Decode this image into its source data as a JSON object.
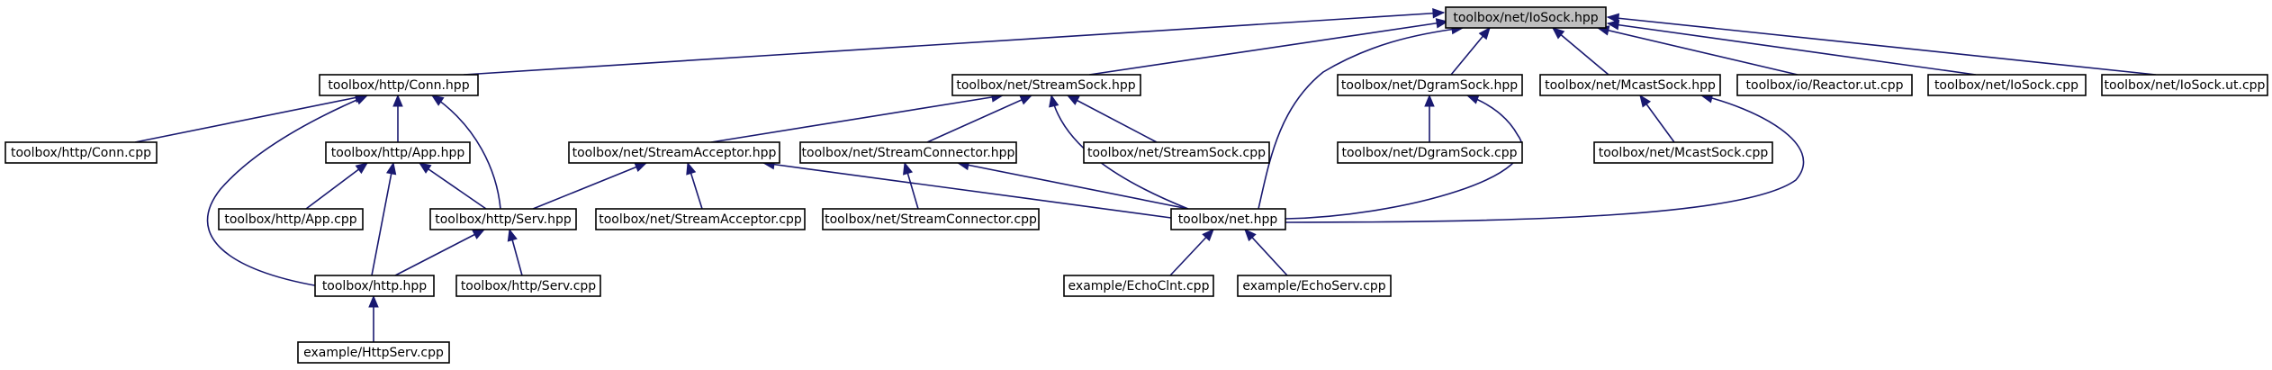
{
  "graph": {
    "nodes": {
      "iosock_hpp": "toolbox/net/IoSock.hpp",
      "conn_hpp": "toolbox/http/Conn.hpp",
      "streamsock_hpp": "toolbox/net/StreamSock.hpp",
      "dgramsock_hpp": "toolbox/net/DgramSock.hpp",
      "mcastsock_hpp": "toolbox/net/McastSock.hpp",
      "reactor_ut_cpp": "toolbox/io/Reactor.ut.cpp",
      "iosock_cpp": "toolbox/net/IoSock.cpp",
      "iosock_ut_cpp": "toolbox/net/IoSock.ut.cpp",
      "conn_cpp": "toolbox/http/Conn.cpp",
      "app_hpp": "toolbox/http/App.hpp",
      "streamacceptor_hpp": "toolbox/net/StreamAcceptor.hpp",
      "streamconnector_hpp": "toolbox/net/StreamConnector.hpp",
      "streamsock_cpp": "toolbox/net/StreamSock.cpp",
      "dgramsock_cpp": "toolbox/net/DgramSock.cpp",
      "mcastsock_cpp": "toolbox/net/McastSock.cpp",
      "app_cpp": "toolbox/http/App.cpp",
      "serv_hpp": "toolbox/http/Serv.hpp",
      "streamacceptor_cpp": "toolbox/net/StreamAcceptor.cpp",
      "streamconnector_cpp": "toolbox/net/StreamConnector.cpp",
      "net_hpp": "toolbox/net.hpp",
      "http_hpp": "toolbox/http.hpp",
      "serv_cpp": "toolbox/http/Serv.cpp",
      "echoclnt_cpp": "example/EchoClnt.cpp",
      "echoserv_cpp": "example/EchoServ.cpp",
      "httpserv_cpp": "example/HttpServ.cpp"
    },
    "edges": [
      [
        "conn_hpp",
        "iosock_hpp"
      ],
      [
        "streamsock_hpp",
        "iosock_hpp"
      ],
      [
        "net_hpp",
        "iosock_hpp"
      ],
      [
        "dgramsock_hpp",
        "iosock_hpp"
      ],
      [
        "mcastsock_hpp",
        "iosock_hpp"
      ],
      [
        "reactor_ut_cpp",
        "iosock_hpp"
      ],
      [
        "iosock_cpp",
        "iosock_hpp"
      ],
      [
        "iosock_ut_cpp",
        "iosock_hpp"
      ],
      [
        "conn_cpp",
        "conn_hpp"
      ],
      [
        "app_hpp",
        "conn_hpp"
      ],
      [
        "serv_hpp",
        "conn_hpp"
      ],
      [
        "http_hpp",
        "conn_hpp"
      ],
      [
        "app_cpp",
        "app_hpp"
      ],
      [
        "serv_hpp",
        "app_hpp"
      ],
      [
        "http_hpp",
        "app_hpp"
      ],
      [
        "http_hpp",
        "serv_hpp"
      ],
      [
        "serv_cpp",
        "serv_hpp"
      ],
      [
        "httpserv_cpp",
        "http_hpp"
      ],
      [
        "streamacceptor_hpp",
        "streamsock_hpp"
      ],
      [
        "streamconnector_hpp",
        "streamsock_hpp"
      ],
      [
        "streamsock_cpp",
        "streamsock_hpp"
      ],
      [
        "net_hpp",
        "streamsock_hpp"
      ],
      [
        "serv_hpp",
        "streamacceptor_hpp"
      ],
      [
        "streamacceptor_cpp",
        "streamacceptor_hpp"
      ],
      [
        "net_hpp",
        "streamacceptor_hpp"
      ],
      [
        "streamconnector_cpp",
        "streamconnector_hpp"
      ],
      [
        "net_hpp",
        "streamconnector_hpp"
      ],
      [
        "dgramsock_cpp",
        "dgramsock_hpp"
      ],
      [
        "net_hpp",
        "dgramsock_hpp"
      ],
      [
        "mcastsock_cpp",
        "mcastsock_hpp"
      ],
      [
        "net_hpp",
        "mcastsock_hpp"
      ],
      [
        "echoclnt_cpp",
        "net_hpp"
      ],
      [
        "echoserv_cpp",
        "net_hpp"
      ]
    ],
    "colors": {
      "edge": "#191970",
      "root_fill": "#bfbfbf",
      "node_fill": "#ffffff",
      "node_stroke": "#000000"
    }
  }
}
